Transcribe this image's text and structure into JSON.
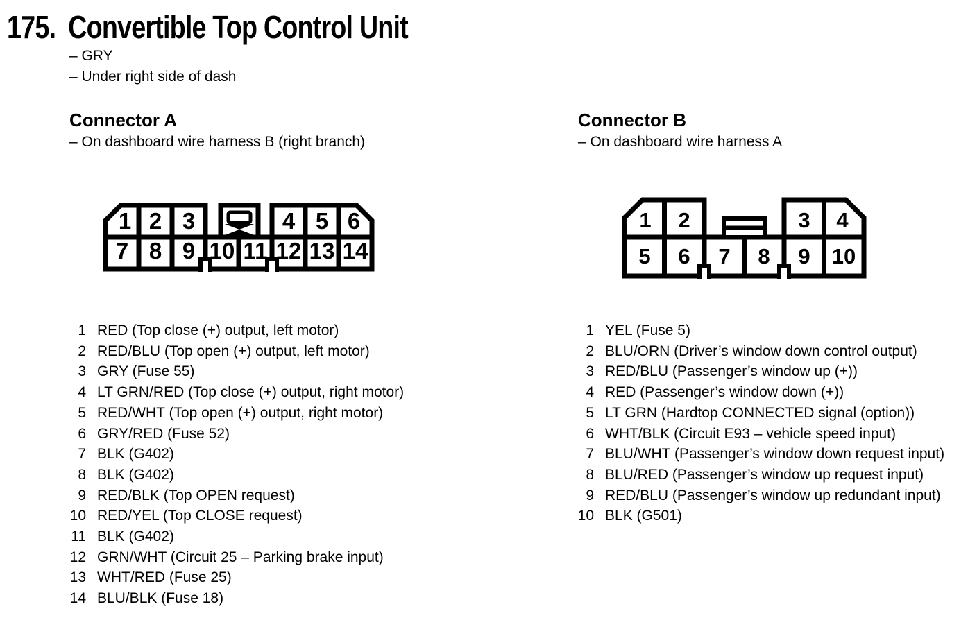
{
  "page": {
    "number": "175.",
    "title": "Convertible Top Control Unit",
    "notes": [
      "– GRY",
      "– Under right side of dash"
    ]
  },
  "colors": {
    "ink": "#000000",
    "paper": "#ffffff"
  },
  "connector_a": {
    "heading": "Connector A",
    "note": "– On dashboard wire harness B (right branch)",
    "diagram": {
      "top_pins": [
        "1",
        "2",
        "3",
        "4",
        "5",
        "6"
      ],
      "bottom_pins": [
        "7",
        "8",
        "9",
        "10",
        "11",
        "12",
        "13",
        "14"
      ]
    },
    "pins": [
      {
        "num": "1",
        "desc": "RED (Top close (+) output, left motor)"
      },
      {
        "num": "2",
        "desc": "RED/BLU (Top open (+) output, left motor)"
      },
      {
        "num": "3",
        "desc": "GRY (Fuse 55)"
      },
      {
        "num": "4",
        "desc": "LT GRN/RED (Top close (+) output, right motor)"
      },
      {
        "num": "5",
        "desc": "RED/WHT (Top open (+) output, right motor)"
      },
      {
        "num": "6",
        "desc": "GRY/RED (Fuse 52)"
      },
      {
        "num": "7",
        "desc": "BLK (G402)"
      },
      {
        "num": "8",
        "desc": "BLK (G402)"
      },
      {
        "num": "9",
        "desc": "RED/BLK (Top OPEN request)"
      },
      {
        "num": "10",
        "desc": "RED/YEL (Top CLOSE request)"
      },
      {
        "num": "11",
        "desc": "BLK (G402)"
      },
      {
        "num": "12",
        "desc": "GRN/WHT (Circuit 25 – Parking brake input)"
      },
      {
        "num": "13",
        "desc": "WHT/RED (Fuse 25)"
      },
      {
        "num": "14",
        "desc": "BLU/BLK (Fuse 18)"
      }
    ]
  },
  "connector_b": {
    "heading": "Connector B",
    "note": "– On dashboard wire harness A",
    "diagram": {
      "top_pins": [
        "1",
        "2",
        "3",
        "4"
      ],
      "bottom_pins": [
        "5",
        "6",
        "7",
        "8",
        "9",
        "10"
      ]
    },
    "pins": [
      {
        "num": "1",
        "desc": "YEL (Fuse 5)"
      },
      {
        "num": "2",
        "desc": "BLU/ORN (Driver’s window down control output)"
      },
      {
        "num": "3",
        "desc": "RED/BLU (Passenger’s window up (+))"
      },
      {
        "num": "4",
        "desc": "RED (Passenger’s window down (+))"
      },
      {
        "num": "5",
        "desc": "LT GRN (Hardtop CONNECTED signal (option))"
      },
      {
        "num": "6",
        "desc": "WHT/BLK (Circuit E93 – vehicle speed input)"
      },
      {
        "num": "7",
        "desc": "BLU/WHT (Passenger’s window down request input)"
      },
      {
        "num": "8",
        "desc": "BLU/RED (Passenger’s window up request input)"
      },
      {
        "num": "9",
        "desc": "RED/BLU (Passenger’s window up redundant input)"
      },
      {
        "num": "10",
        "desc": "BLK (G501)"
      }
    ]
  }
}
